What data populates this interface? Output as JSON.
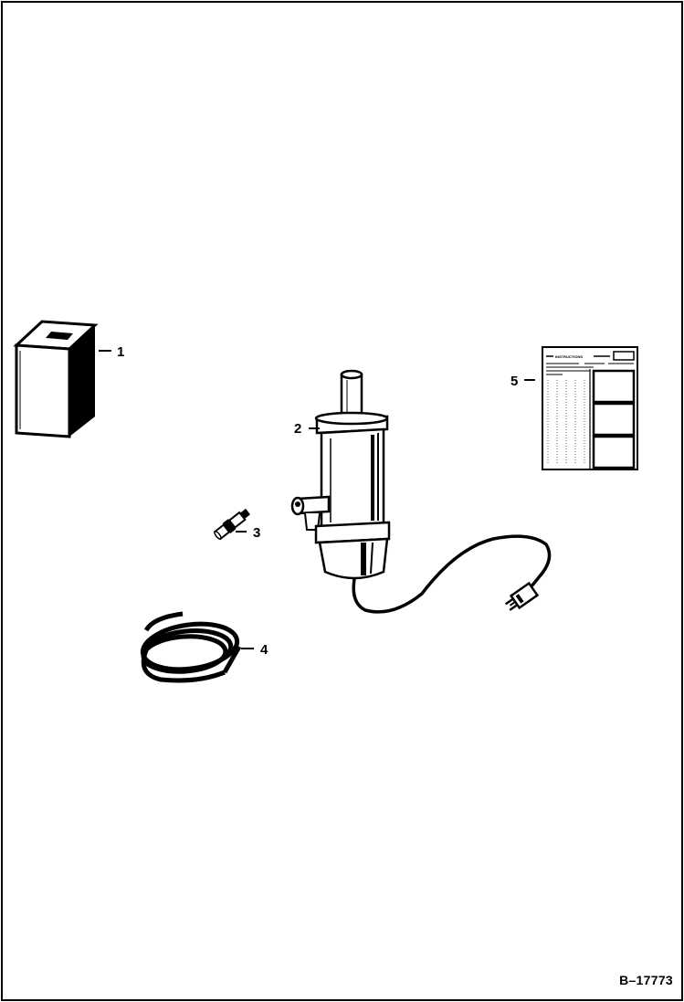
{
  "figure_ref": "B–17773",
  "callouts": [
    {
      "id": 1,
      "label": "1",
      "part": "box"
    },
    {
      "id": 2,
      "label": "2",
      "part": "heater"
    },
    {
      "id": 3,
      "label": "3",
      "part": "fitting"
    },
    {
      "id": 4,
      "label": "4",
      "part": "hose"
    },
    {
      "id": 5,
      "label": "5",
      "part": "instructions"
    }
  ],
  "instruction_sheet": {
    "heading": "INSTRUCTIONS"
  },
  "colors": {
    "ink": "#000000",
    "paper": "#ffffff"
  }
}
